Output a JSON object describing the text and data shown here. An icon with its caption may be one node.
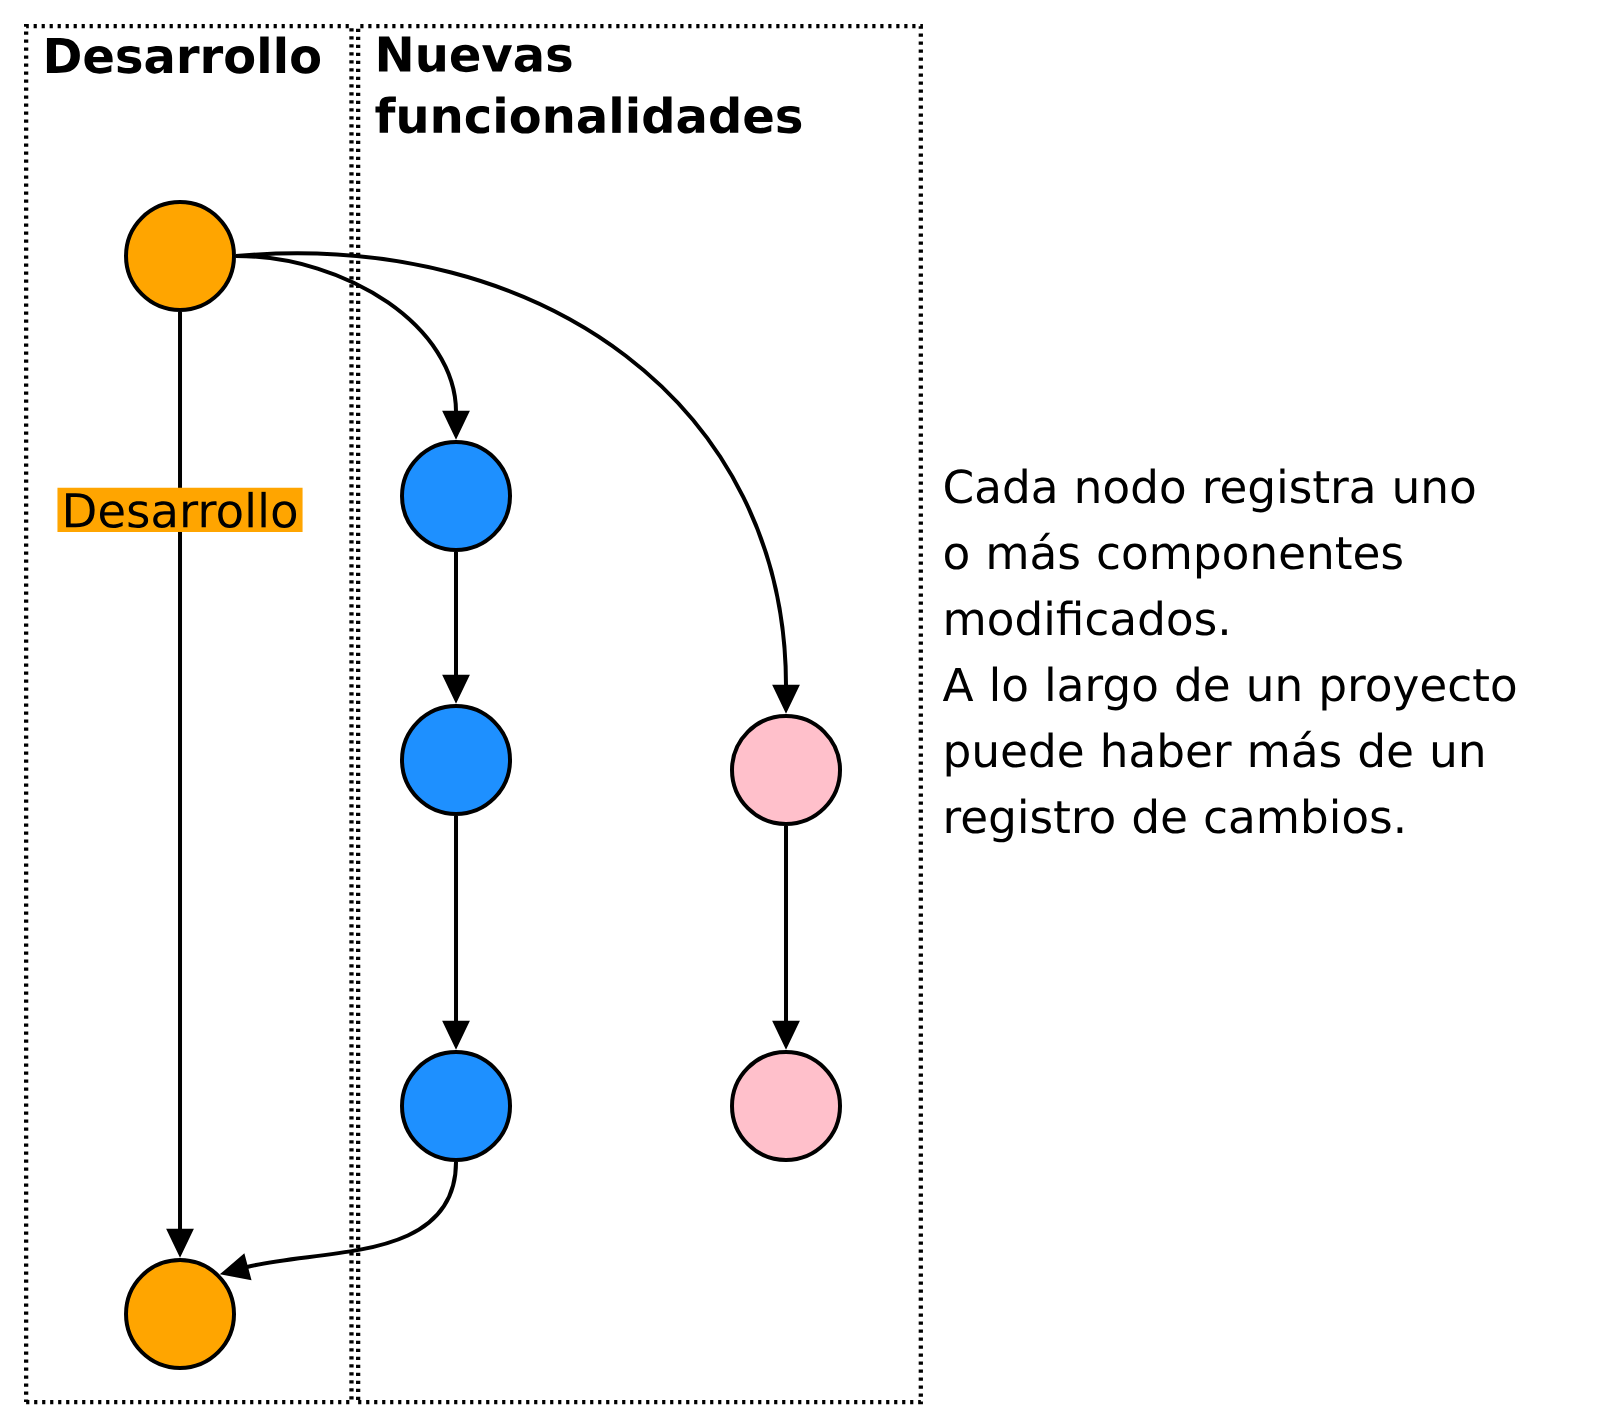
{
  "diagram": {
    "nodes": [
      {
        "text": [
          "Desarrollo"
        ]
      },
      {
        "text": [
          "Nuevas funcionalidades"
        ]
      },
      {
        "text": [],
        "shape": "circle",
        "in": 0
      },
      {
        "text": [],
        "shape": "circle",
        "in": 1
      },
      {
        "text": [],
        "shape": "circle",
        "in": 1
      },
      {
        "text": [],
        "shape": "circle",
        "in": 1
      },
      {
        "text": [],
        "shape": "circle",
        "in": 1
      },
      {
        "text": [],
        "shape": "circle",
        "in": 1
      },
      {
        "text": [],
        "shape": "circle",
        "in": 0
      }
    ],
    "edges": [
      {
        "from": 2,
        "to": 3,
        "arrow": "to"
      },
      {
        "from": 2,
        "to": 6,
        "arrow": "to"
      },
      {
        "from": 3,
        "to": 4,
        "arrow": "to"
      },
      {
        "from": 4,
        "to": 5,
        "arrow": "to"
      },
      {
        "from": 6,
        "to": 7,
        "arrow": "to"
      },
      {
        "from": 5,
        "to": 8,
        "arrow": "to"
      },
      {
        "from": 2,
        "to": 8,
        "arrow": "to",
        "label": "Desarrollo"
      }
    ],
    "labels": [
      "Cada nodo registra uno o más componentes modificados.",
      "A lo largo de un proyecto puede haber más de un registro de cambios."
    ]
  }
}
